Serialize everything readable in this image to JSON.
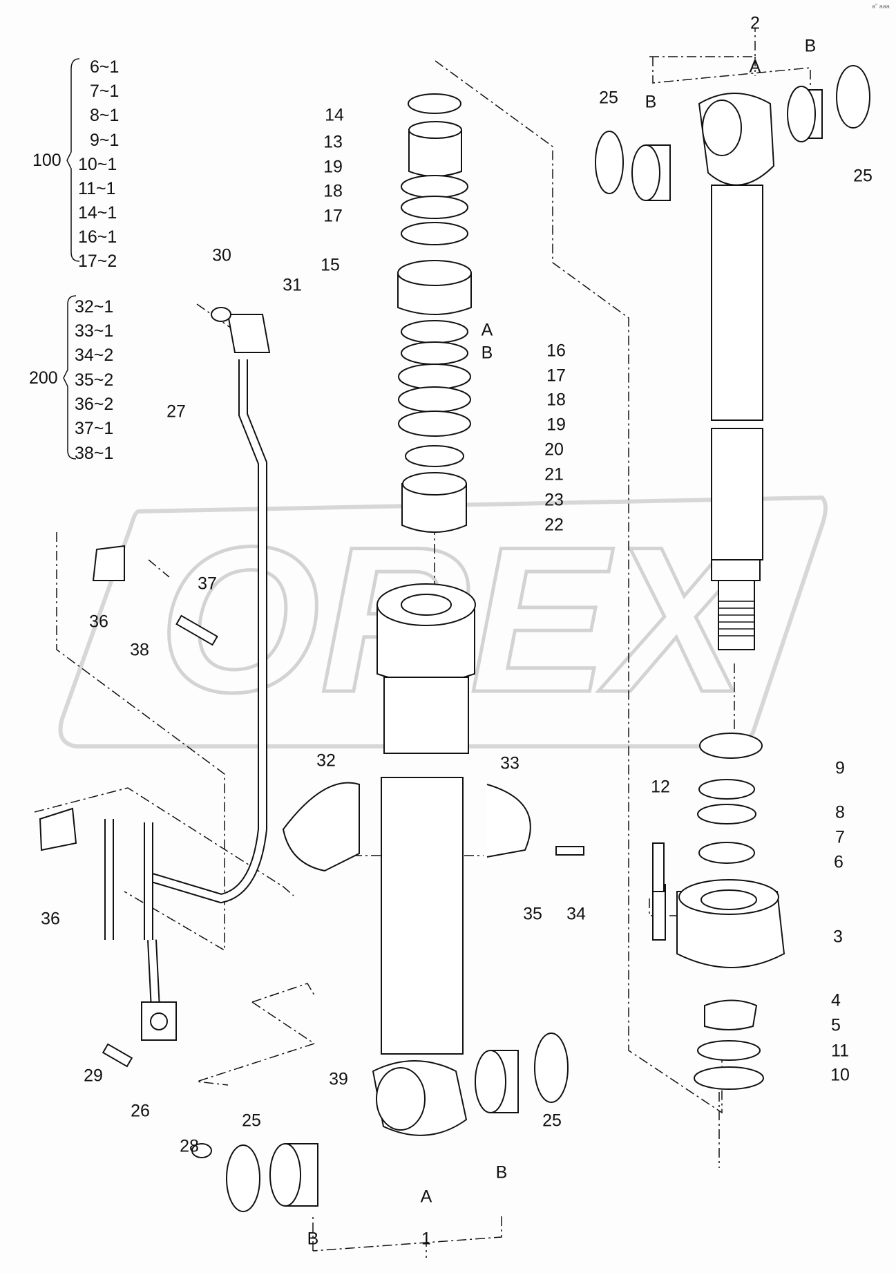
{
  "diagram": {
    "watermark": "OREX",
    "corner_mark": "a\" aaa",
    "kits": [
      {
        "number": "100",
        "items": [
          "6~1",
          "7~1",
          "8~1",
          "9~1",
          "10~1",
          "11~1",
          "14~1",
          "16~1",
          "17~2"
        ]
      },
      {
        "number": "200",
        "items": [
          "32~1",
          "33~1",
          "34~2",
          "35~2",
          "36~2",
          "37~1",
          "38~1"
        ]
      }
    ],
    "callouts": [
      "2",
      "A",
      "B",
      "B",
      "25",
      "25",
      "14",
      "13",
      "19",
      "18",
      "17",
      "15",
      "A",
      "B",
      "16",
      "17",
      "18",
      "19",
      "20",
      "21",
      "23",
      "22",
      "30",
      "31",
      "27",
      "37",
      "36",
      "38",
      "32",
      "33",
      "35",
      "34",
      "12",
      "9",
      "8",
      "7",
      "6",
      "3",
      "4",
      "5",
      "11",
      "10",
      "36",
      "29",
      "26",
      "28",
      "39",
      "25",
      "25",
      "B",
      "A",
      "1",
      "B"
    ]
  }
}
